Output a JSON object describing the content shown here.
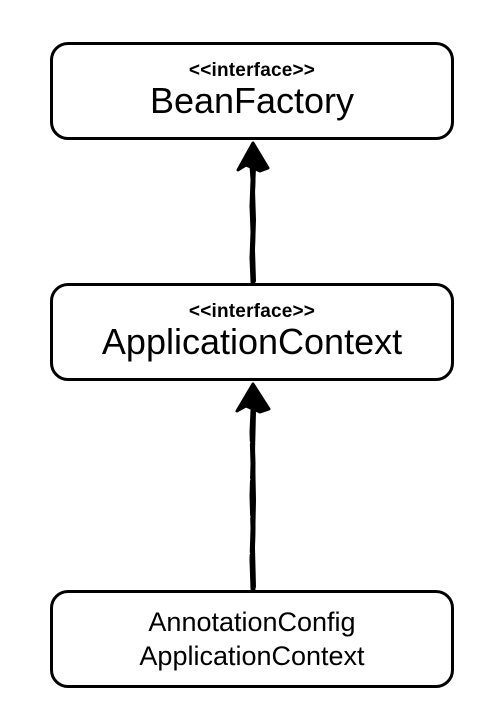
{
  "nodes": {
    "bean_factory": {
      "stereotype": "<<interface>>",
      "name": "BeanFactory"
    },
    "application_context": {
      "stereotype": "<<interface>>",
      "name": "ApplicationContext"
    },
    "annotation_config_application_context": {
      "name_line1": "AnnotationConfig",
      "name_line2": "ApplicationContext"
    }
  },
  "edges": [
    {
      "from": "application_context",
      "to": "bean_factory",
      "relation": "extends"
    },
    {
      "from": "annotation_config_application_context",
      "to": "application_context",
      "relation": "implements"
    }
  ],
  "colors": {
    "stroke": "#000000",
    "background": "#ffffff"
  }
}
